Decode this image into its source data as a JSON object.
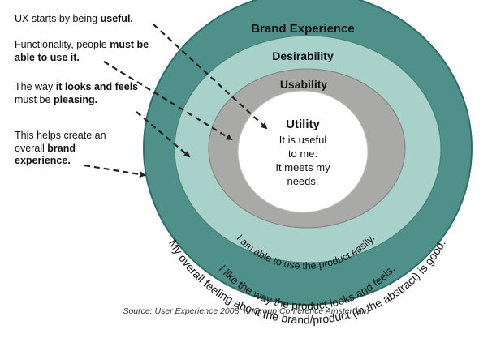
{
  "colors": {
    "outer_ring": "#4f918a",
    "outer_ring_edge": "#2f6e66",
    "second_ring": "#a8d1ca",
    "third_ring": "#a9aaa8",
    "core": "#ffffff",
    "arrow": "#222222"
  },
  "rings": {
    "brand_experience": {
      "title": "Brand Experience",
      "statement": "My overall feeling about the brand/product (in the abstract) is good."
    },
    "desirability": {
      "title": "Desirability",
      "statement": "I like the way the product looks and feels."
    },
    "usability": {
      "title": "Usability",
      "statement": "I am able to use the product easily."
    },
    "utility": {
      "title": "Utility",
      "lines": [
        "It is useful",
        "to me.",
        "It meets my",
        "needs."
      ]
    }
  },
  "notes": [
    {
      "parts": [
        {
          "text": "UX starts by being "
        },
        {
          "text": "useful.",
          "bold": true
        }
      ]
    },
    {
      "parts": [
        {
          "text": "Functionality, people "
        },
        {
          "text": "must be able to use it.",
          "bold": true
        }
      ]
    },
    {
      "parts": [
        {
          "text": "The way "
        },
        {
          "text": "it looks and feels",
          "bold": true
        },
        {
          "text": " must be "
        },
        {
          "text": "pleasing.",
          "bold": true
        }
      ]
    },
    {
      "parts": [
        {
          "text": "This helps create an overall "
        },
        {
          "text": "brand experience.",
          "bold": true
        }
      ]
    }
  ],
  "source": "Source: User Experience 2008, nnGroup Conference Amsterdam"
}
